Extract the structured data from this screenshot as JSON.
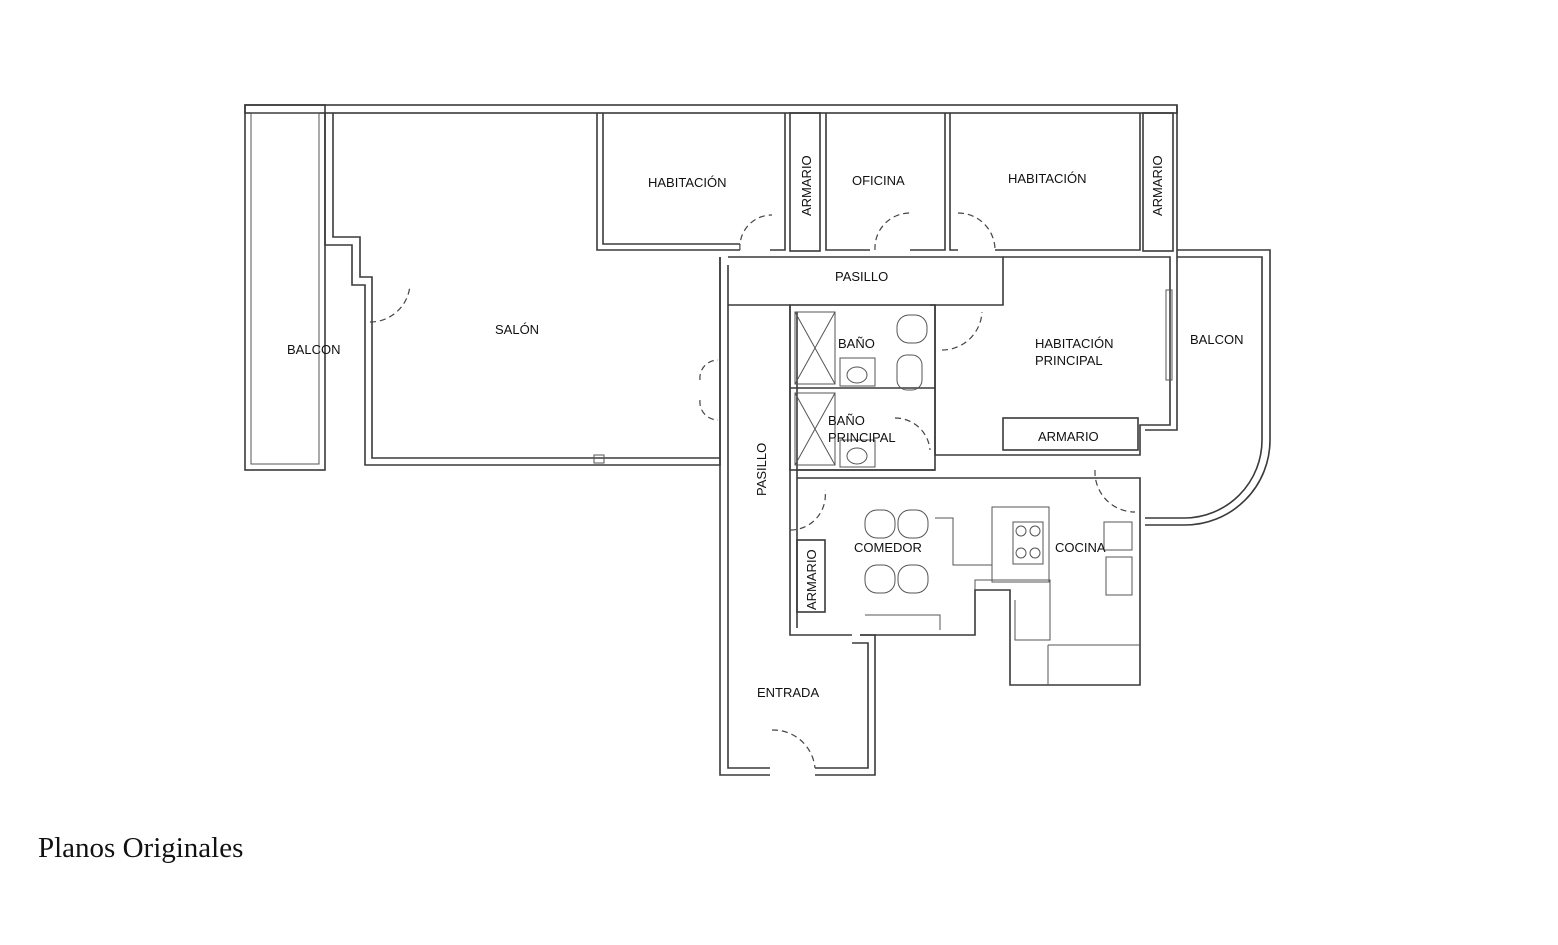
{
  "caption": "Planos Originales",
  "rooms": {
    "balcon_left": "BALCON",
    "salon": "SALÓN",
    "habitacion_1": "HABITACIÓN",
    "armario_1": "ARMARIO",
    "oficina": "OFICINA",
    "habitacion_2": "HABITACIÓN",
    "armario_2": "ARMARIO",
    "pasillo_top": "PASILLO",
    "pasillo_vertical": "PASILLO",
    "bano": "BAÑO",
    "bano_principal_1": "BAÑO",
    "bano_principal_2": "PRINCIPAL",
    "habitacion_principal_1": "HABITACIÓN",
    "habitacion_principal_2": "PRINCIPAL",
    "balcon_right": "BALCON",
    "armario_principal": "ARMARIO",
    "comedor": "COMEDOR",
    "cocina": "COCINA",
    "armario_comedor": "ARMARIO",
    "entrada": "ENTRADA"
  }
}
